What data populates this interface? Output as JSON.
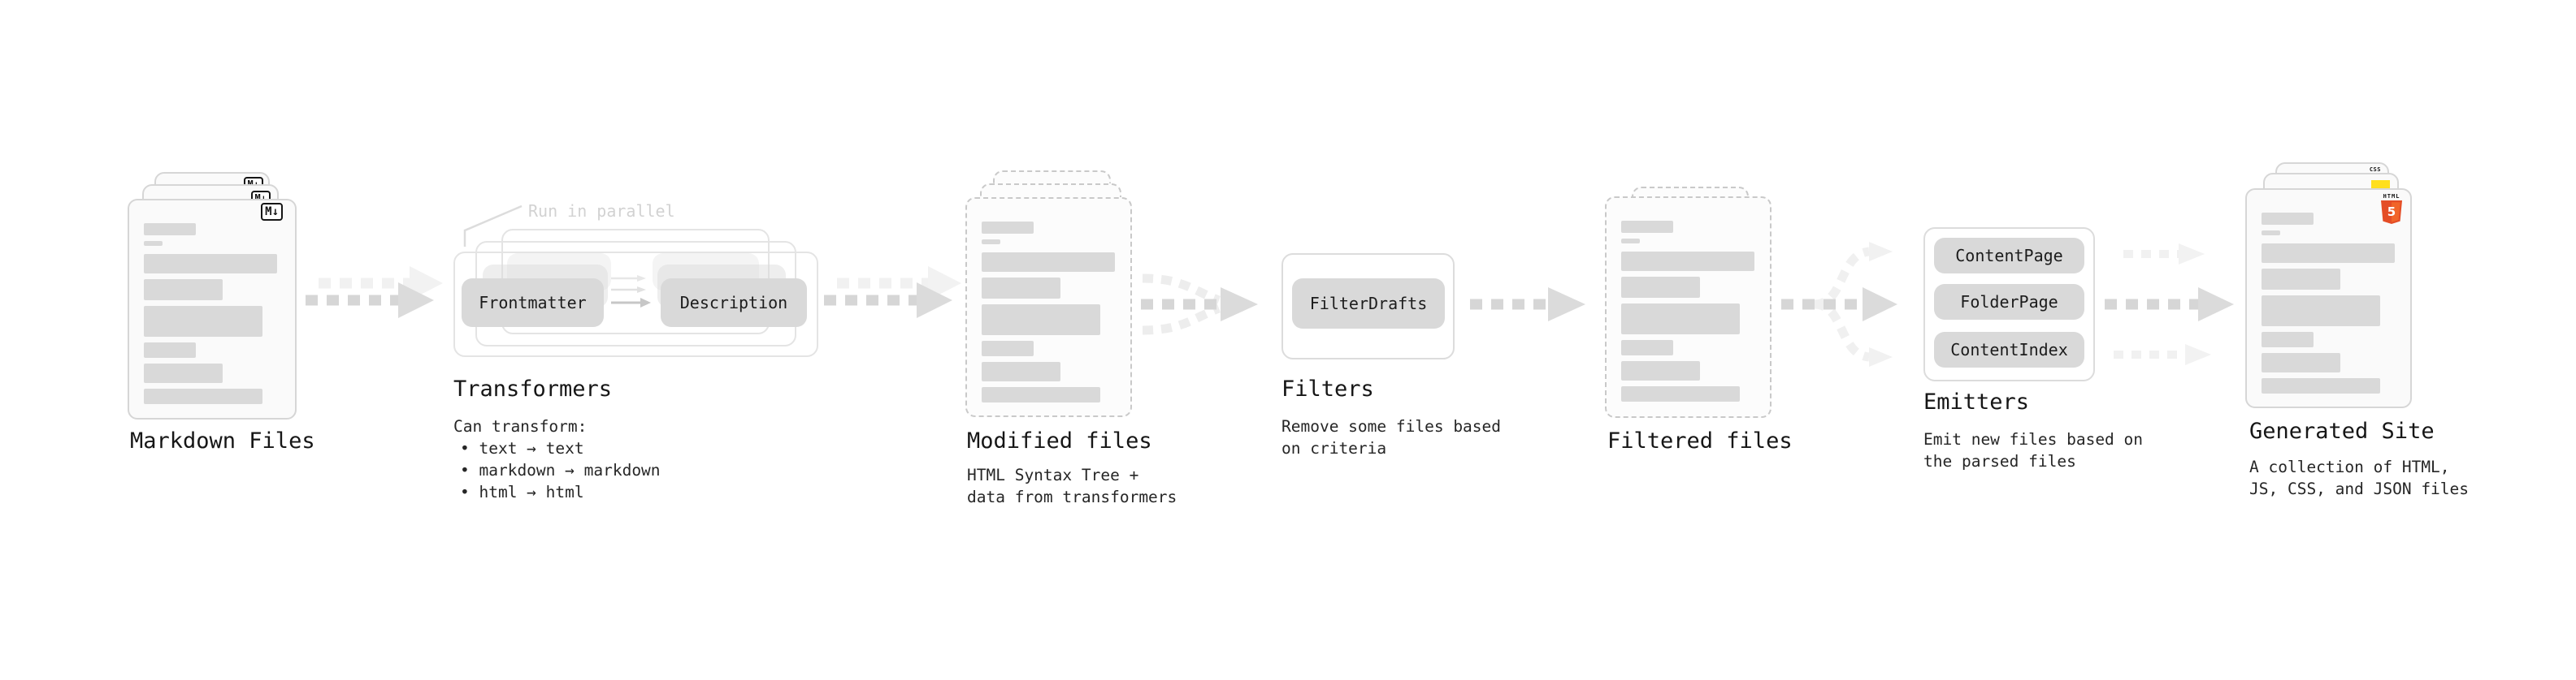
{
  "diagram": {
    "markdown": {
      "title": "Markdown Files",
      "badge": "M↓"
    },
    "transformers": {
      "title": "Transformers",
      "annotation": "Run in parallel",
      "pills": [
        "Frontmatter",
        "Description"
      ],
      "desc_heading": "Can transform:",
      "bullets": [
        "• text → text",
        "• markdown → markdown",
        "• html → html"
      ]
    },
    "modified": {
      "title": "Modified files",
      "desc": [
        "HTML Syntax Tree +",
        "data from transformers"
      ]
    },
    "filters": {
      "title": "Filters",
      "pill": "FilterDrafts",
      "desc": [
        "Remove some files based",
        "on criteria"
      ]
    },
    "filtered": {
      "title": "Filtered files"
    },
    "emitters": {
      "title": "Emitters",
      "pills": [
        "ContentPage",
        "FolderPage",
        "ContentIndex"
      ],
      "desc": [
        "Emit new files based on",
        "the parsed files"
      ]
    },
    "generated": {
      "title": "Generated Site",
      "desc": [
        "A collection of HTML,",
        "JS, CSS, and JSON files"
      ],
      "badges": {
        "css": "CSS",
        "html": "HTML",
        "html_number": "5"
      }
    }
  },
  "colors": {
    "card_fill": "#fafafa",
    "card_border": "#d6d6d6",
    "dashed_border": "#c9c9c9",
    "skeleton_bar": "#d9d9d9",
    "pill_fill": "#d9d9d9",
    "arrow": "#d6d6d6",
    "arrow_head": "#dbdbdb",
    "arrow_ghost": "#f1f1f1",
    "annotation_text": "#d2d2d2",
    "text": "#161616",
    "html5_orange": "#E44D26",
    "html5_orange_light": "#F16529",
    "js_yellow": "#FFDF1E",
    "css_blue": "#2E6CF6"
  }
}
